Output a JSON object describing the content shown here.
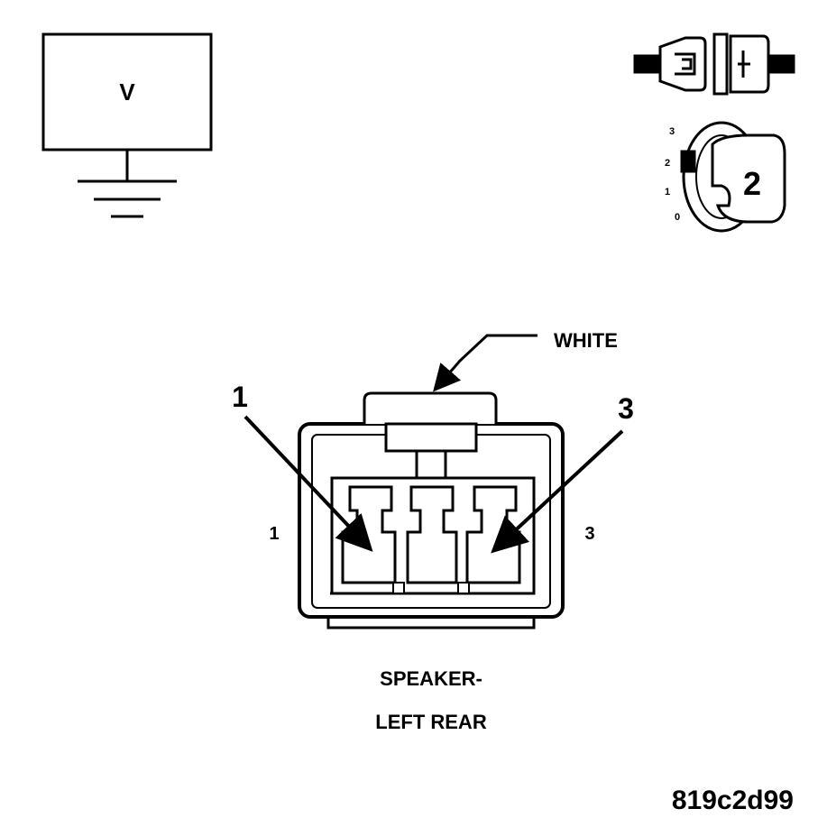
{
  "voltmeter": {
    "symbol": "V"
  },
  "ignition": {
    "positions": [
      "3",
      "2",
      "1",
      "0"
    ],
    "selected": "2"
  },
  "connector": {
    "color_label": "WHITE",
    "callout_left": "1",
    "callout_right": "3",
    "cavity_left": "1",
    "cavity_right": "3",
    "name_line1": "SPEAKER-",
    "name_line2": "LEFT REAR"
  },
  "figure_id": "819c2d99"
}
